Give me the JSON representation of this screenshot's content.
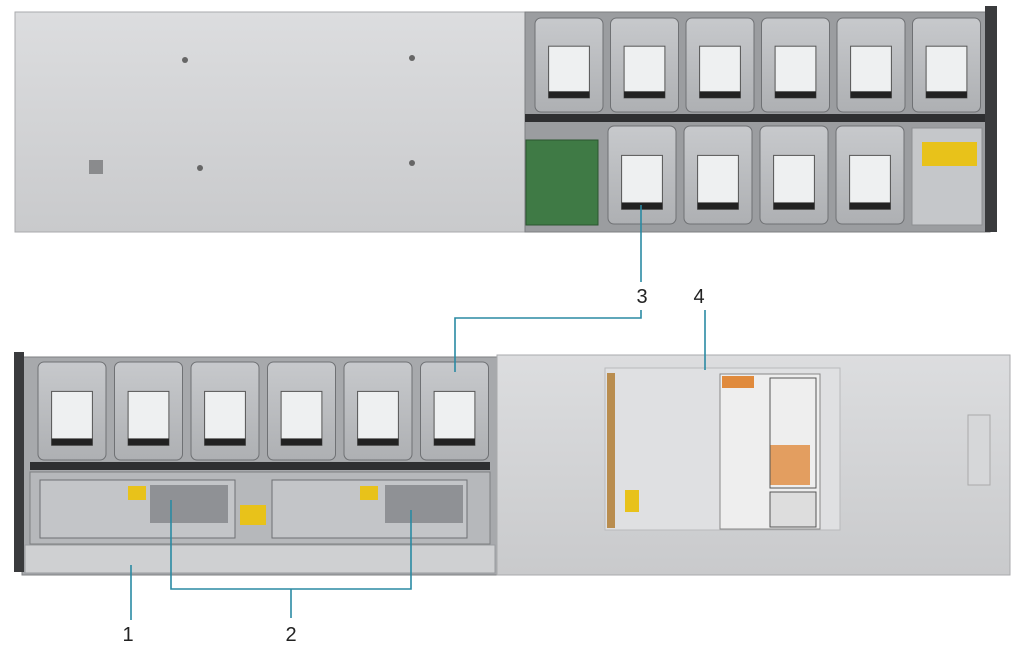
{
  "callouts": [
    {
      "label": "1"
    },
    {
      "label": "2"
    },
    {
      "label": "3"
    },
    {
      "label": "4"
    }
  ],
  "colors": {
    "callout_line": "#2a8aa3",
    "chassis": "#d4d5d7",
    "drive": "#b9bbbe",
    "board": "#3f7a45",
    "caution_label": "#e8c21a",
    "tape": "#b98d4f"
  }
}
